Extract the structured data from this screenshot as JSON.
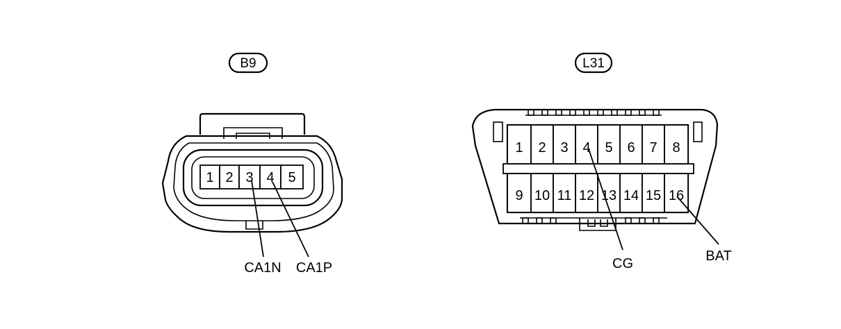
{
  "connectors": [
    {
      "id": "B9",
      "pins": [
        "1",
        "2",
        "3",
        "4",
        "5"
      ],
      "callouts": [
        {
          "pin": "3",
          "label": "CA1N"
        },
        {
          "pin": "4",
          "label": "CA1P"
        }
      ]
    },
    {
      "id": "L31",
      "pins_top": [
        "1",
        "2",
        "3",
        "4",
        "5",
        "6",
        "7",
        "8"
      ],
      "pins_bottom": [
        "9",
        "10",
        "11",
        "12",
        "13",
        "14",
        "15",
        "16"
      ],
      "callouts": [
        {
          "pin": "4",
          "label": "CG"
        },
        {
          "pin": "16",
          "label": "BAT"
        }
      ]
    }
  ]
}
